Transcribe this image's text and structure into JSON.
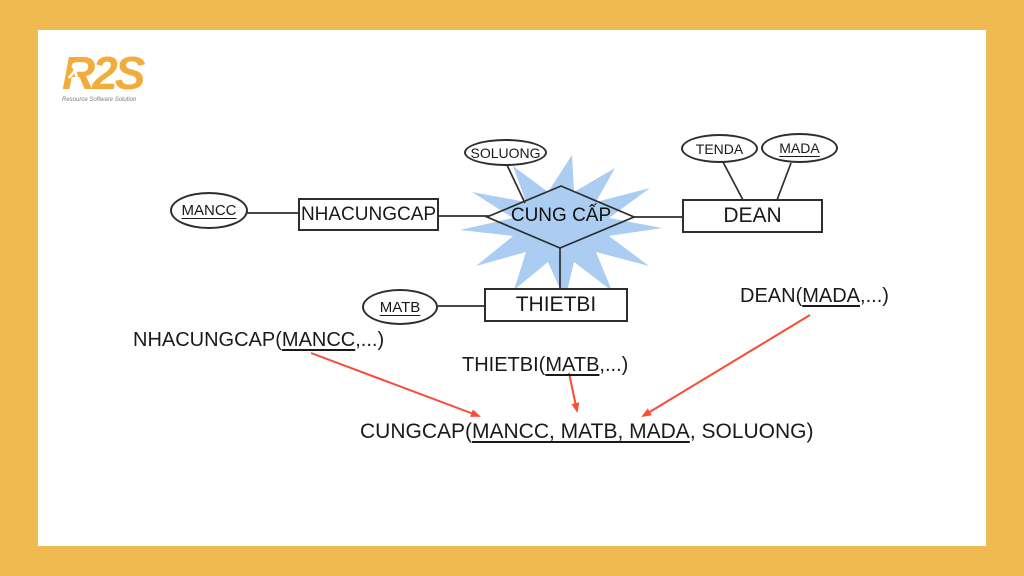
{
  "colors": {
    "background": "#EFBA51",
    "canvas": "#FFFFFF",
    "burst": "#AACDF1",
    "arrow": "#FA4B38",
    "line": "#2E2E2E",
    "logo": "#F2AC3B"
  },
  "logo": {
    "title": "R2S",
    "tagline": "Resource Software Solution"
  },
  "diagram": {
    "relationship": {
      "label": "CUNG CẤP"
    },
    "entities": {
      "nhacungcap": "NHACUNGCAP",
      "dean": "DEAN",
      "thietbi": "THIETBI"
    },
    "attributes": {
      "mancc": "MANCC",
      "soluong": "SOLUONG",
      "tenda": "TENDA",
      "mada": "MADA",
      "matb": "MATB"
    }
  },
  "schemas": {
    "nhacungcap": {
      "prefix": "NHACUNGCAP(",
      "key": "MANCC",
      "suffix": ",...)"
    },
    "thietbi": {
      "prefix": "THIETBI(",
      "key": "MATB",
      "suffix": ",...)"
    },
    "dean": {
      "prefix": "DEAN(",
      "key": "MADA",
      "suffix": ",...)"
    },
    "cungcap": {
      "prefix": "CUNGCAP(",
      "key": "MANCC, MATB, MADA",
      "suffix": ", SOLUONG)"
    }
  }
}
